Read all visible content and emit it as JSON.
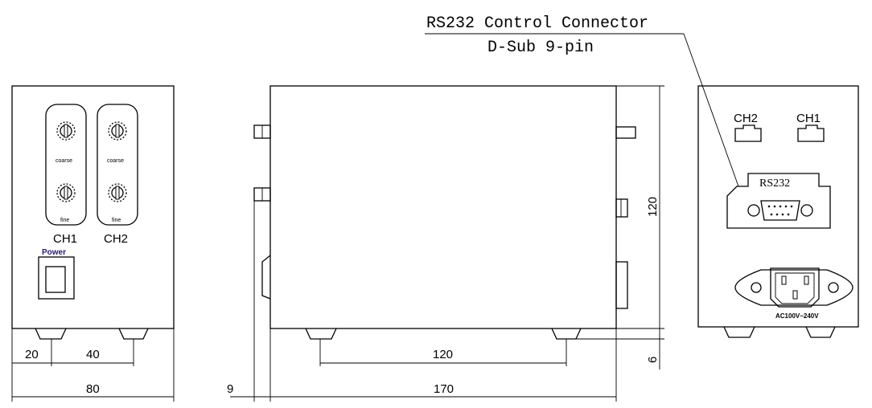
{
  "callout": {
    "line1": "RS232 Control Connector",
    "line2": "D-Sub 9-pin"
  },
  "front": {
    "ch1_label": "CH1",
    "ch2_label": "CH2",
    "coarse_label": "coarse",
    "fine_label": "fine",
    "power_label": "Power"
  },
  "back": {
    "ch2_label": "CH2",
    "ch1_label": "CH1",
    "rs232_label": "RS232",
    "ac_label": "AC100V~240V"
  },
  "dimensions": {
    "front_offset": "20",
    "front_foot_spacing": "40",
    "front_width": "80",
    "side_protrusion": "9",
    "side_depth": "170",
    "side_foot_spacing": "120",
    "side_height": "120",
    "foot_height": "6"
  },
  "colors": {
    "line": "#000000",
    "power_label": "#2a1a6e",
    "background": "#ffffff"
  }
}
